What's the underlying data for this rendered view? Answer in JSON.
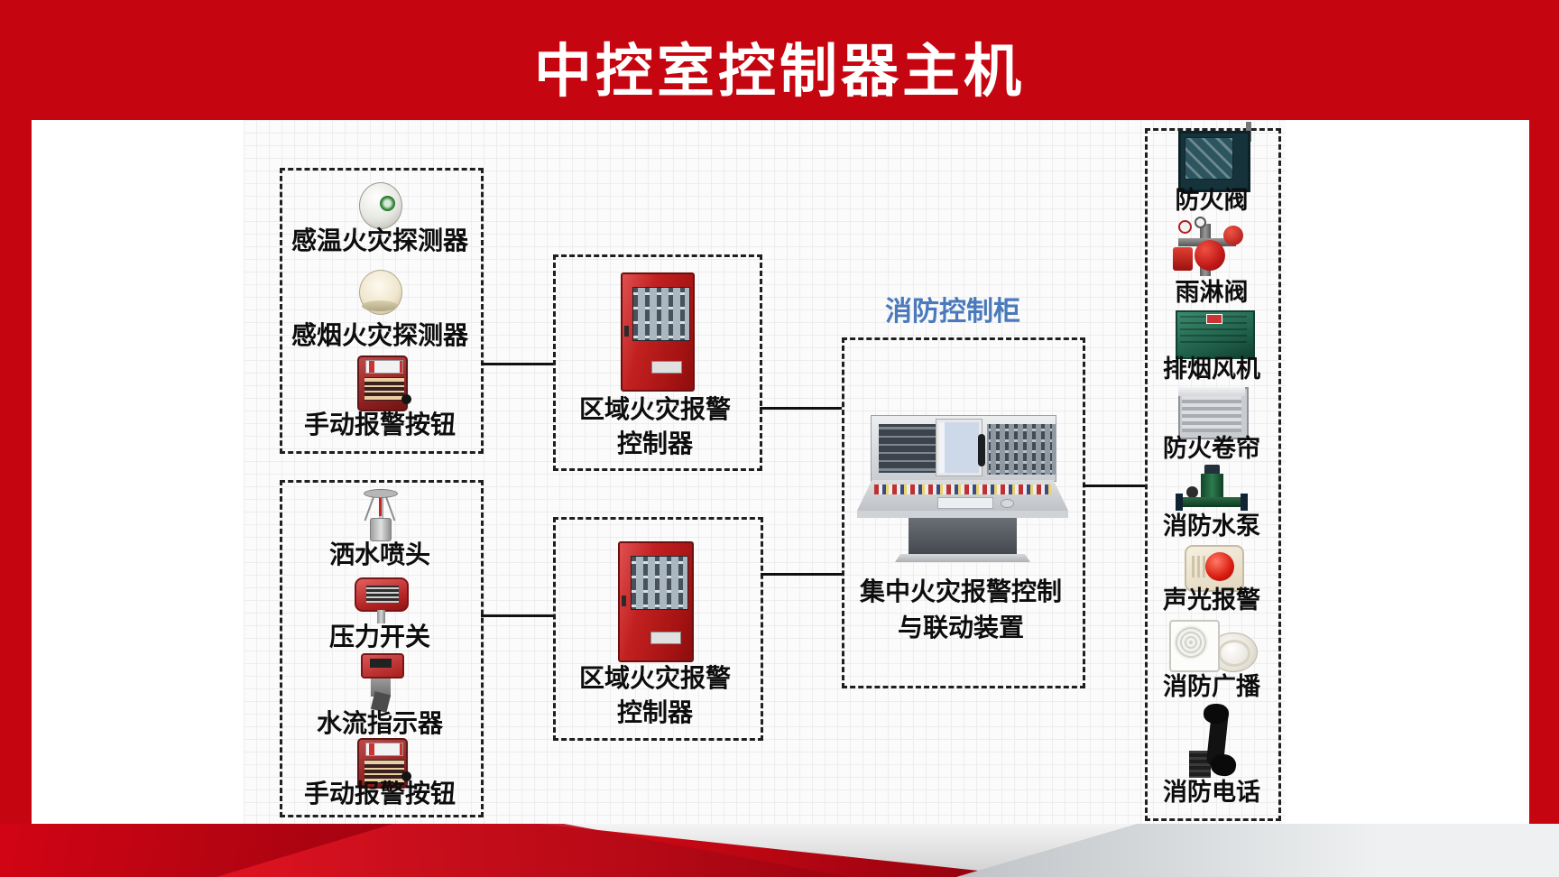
{
  "header": {
    "title": "中控室控制器主机"
  },
  "diagram": {
    "input_group_1": {
      "items": [
        {
          "name": "heat-detector",
          "label": "感温火灾探测器"
        },
        {
          "name": "smoke-detector",
          "label": "感烟火灾探测器"
        },
        {
          "name": "manual-call-point",
          "label": "手动报警按钮"
        }
      ]
    },
    "input_group_2": {
      "items": [
        {
          "name": "sprinkler-head",
          "label": "洒水喷头"
        },
        {
          "name": "pressure-switch",
          "label": "压力开关"
        },
        {
          "name": "water-flow-indicator",
          "label": "水流指示器"
        },
        {
          "name": "manual-call-point",
          "label": "手动报警按钮"
        }
      ]
    },
    "zone_controller_1": {
      "label_line1": "区域火灾报警",
      "label_line2": "控制器"
    },
    "zone_controller_2": {
      "label_line1": "区域火灾报警",
      "label_line2": "控制器"
    },
    "control_cabinet": {
      "tag": "消防控制柜",
      "label_line1": "集中火灾报警控制",
      "label_line2": "与联动装置"
    },
    "output_group": {
      "items": [
        {
          "name": "fire-damper",
          "label": "防火阀"
        },
        {
          "name": "deluge-valve",
          "label": "雨淋阀"
        },
        {
          "name": "smoke-exhaust-fan",
          "label": "排烟风机"
        },
        {
          "name": "fire-roller-shutter",
          "label": "防火卷帘"
        },
        {
          "name": "fire-pump",
          "label": "消防水泵"
        },
        {
          "name": "audible-visual-alarm",
          "label": "声光报警"
        },
        {
          "name": "fire-broadcast",
          "label": "消防广播"
        },
        {
          "name": "fire-telephone",
          "label": "消防电话"
        }
      ]
    }
  },
  "colors": {
    "header_red": "#c5050f",
    "cabinet_tag_blue": "#4a7abc",
    "label_black": "#0d0d0d"
  }
}
